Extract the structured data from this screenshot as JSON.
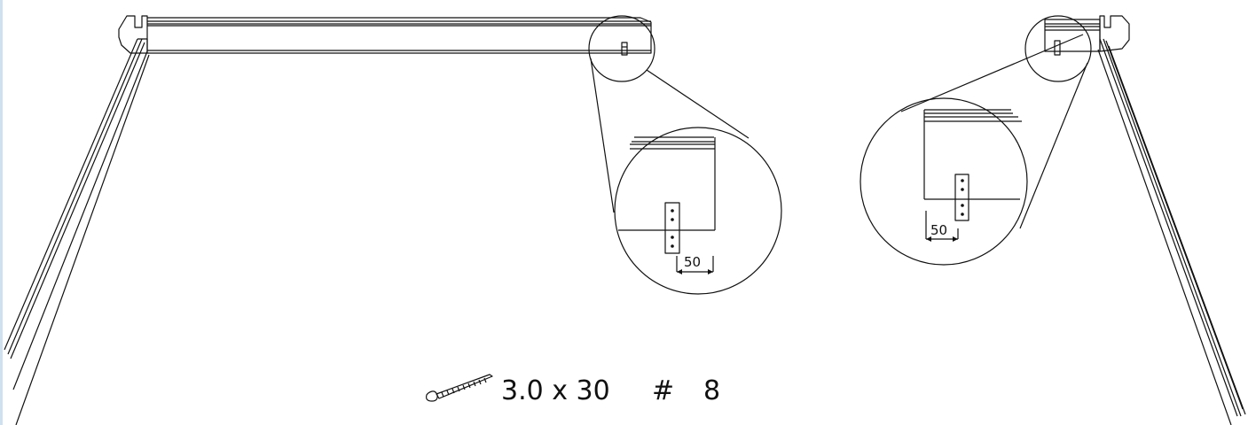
{
  "diagram": {
    "callout_left": {
      "dimension_label": "50"
    },
    "callout_right": {
      "dimension_label": "50"
    },
    "hardware": {
      "icon": "screw-icon",
      "spec_label": "3.0 x 30",
      "symbol": "#",
      "count": "8"
    }
  },
  "colors": {
    "line": "#111111",
    "page_edge": "#cfe0ee",
    "background": "#ffffff"
  }
}
